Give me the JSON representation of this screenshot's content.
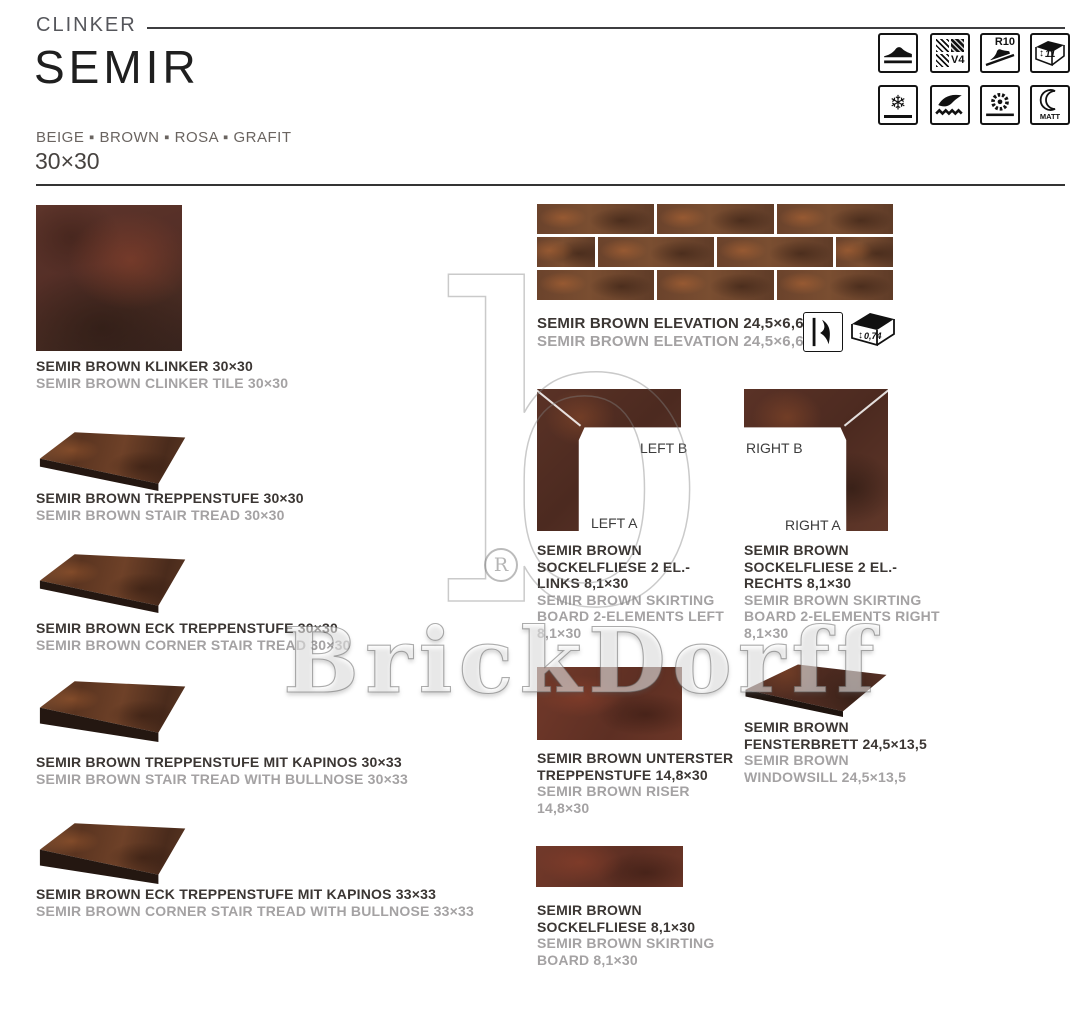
{
  "header": {
    "category": "CLINKER",
    "series": "SEMIR",
    "colors": "BEIGE ▪ BROWN ▪ ROSA ▪ GRAFIT",
    "size": "30×30"
  },
  "badges": {
    "v4": "V4",
    "r10": "R10",
    "thickness": "11",
    "matt": "MATT",
    "weight": "0,74"
  },
  "products_left": [
    {
      "title": "SEMIR BROWN KLINKER 30×30",
      "subtitle": "SEMIR BROWN CLINKER TILE 30×30"
    },
    {
      "title": "SEMIR BROWN TREPPENSTUFE 30×30",
      "subtitle": "SEMIR BROWN STAIR TREAD 30×30"
    },
    {
      "title": "SEMIR BROWN ECK TREPPENSTUFE 30×30",
      "subtitle": "SEMIR BROWN CORNER STAIR TREAD 30×30"
    },
    {
      "title": "SEMIR BROWN TREPPENSTUFE MIT KAPINOS 30×33",
      "subtitle": "SEMIR BROWN STAIR TREAD WITH BULLNOSE 30×33"
    },
    {
      "title": "SEMIR BROWN ECK TREPPENSTUFE MIT KAPINOS 33×33",
      "subtitle": "SEMIR BROWN CORNER STAIR TREAD WITH BULLNOSE 33×33"
    }
  ],
  "elevation": {
    "title": "SEMIR BROWN ELEVATION 24,5×6,6",
    "subtitle": "SEMIR BROWN ELEVATION 24,5×6,6"
  },
  "skirting_left": {
    "label_b": "LEFT B",
    "label_a": "LEFT A",
    "title_lines": [
      "SEMIR BROWN",
      "SOCKELFLIESE 2 EL.-",
      "LINKS 8,1×30"
    ],
    "subtitle_lines": [
      "SEMIR BROWN SKIRTING",
      "BOARD 2-ELEMENTS LEFT",
      "8,1×30"
    ]
  },
  "skirting_right": {
    "label_b": "RIGHT B",
    "label_a": "RIGHT A",
    "title_lines": [
      "SEMIR BROWN",
      "SOCKELFLIESE 2 EL.-",
      "RECHTS 8,1×30"
    ],
    "subtitle_lines": [
      "SEMIR BROWN SKIRTING",
      "BOARD 2-ELEMENTS RIGHT",
      "8,1×30"
    ]
  },
  "riser": {
    "title_lines": [
      "SEMIR BROWN UNTERSTER",
      "TREPPENSTUFE 14,8×30"
    ],
    "subtitle_lines": [
      "SEMIR BROWN RISER",
      "14,8×30"
    ]
  },
  "windowsill": {
    "title_lines": [
      "SEMIR BROWN",
      "FENSTERBRETT 24,5×13,5"
    ],
    "subtitle_lines": [
      "SEMIR BROWN",
      "WINDOWSILL 24,5×13,5"
    ]
  },
  "skirting_single": {
    "title_lines": [
      "SEMIR BROWN",
      "SOCKELFLIESE 8,1×30"
    ],
    "subtitle_lines": [
      "SEMIR BROWN SKIRTING",
      "BOARD 8,1×30"
    ]
  },
  "watermark": {
    "brand": "BrickDorff",
    "registered": "R",
    "letter": "b"
  },
  "palette": {
    "tile_brown": "#552f27",
    "rust_brown": "#6e4128",
    "text_dark": "#3b3633",
    "text_gray": "#a4a2a3"
  }
}
